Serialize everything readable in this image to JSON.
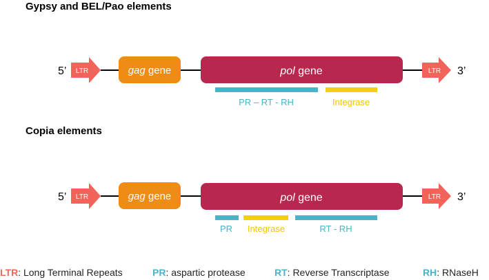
{
  "colors": {
    "ltr": "#f2645a",
    "gag": "#ef8c13",
    "pol": "#b8284e",
    "protein_blue": "#4ab3c7",
    "integrase_yellow": "#f5cf14",
    "line": "#000000",
    "legend_text": "#222222"
  },
  "sections": [
    {
      "title": "Gypsy and BEL/Pao elements",
      "five_prime": "5’",
      "three_prime": "3’",
      "ltr_left": "LTR",
      "ltr_right": "LTR",
      "gag_italic": "gag",
      "gag_rest": " gene",
      "pol_italic": "pol",
      "pol_rest": " gene",
      "domains": [
        {
          "label": "PR – RT - RH",
          "color": "protein_blue"
        },
        {
          "label": "Integrase",
          "color": "integrase_yellow"
        }
      ]
    },
    {
      "title": "Copia elements",
      "five_prime": "5’",
      "three_prime": "3’",
      "ltr_left": "LTR",
      "ltr_right": "LTR",
      "gag_italic": "gag",
      "gag_rest": " gene",
      "pol_italic": "pol",
      "pol_rest": " gene",
      "domains": [
        {
          "label": "PR",
          "color": "protein_blue"
        },
        {
          "label": "Integrase",
          "color": "integrase_yellow"
        },
        {
          "label": "RT - RH",
          "color": "protein_blue"
        }
      ]
    }
  ],
  "legend": [
    {
      "abbr": "LTR",
      "text": ": Long Terminal Repeats",
      "color": "ltr"
    },
    {
      "abbr": "PR",
      "text": ": aspartic protease",
      "color": "protein_blue"
    },
    {
      "abbr": "RT",
      "text": ": Reverse Transcriptase",
      "color": "protein_blue"
    },
    {
      "abbr": "RH",
      "text": ": RNaseH",
      "color": "protein_blue"
    }
  ]
}
